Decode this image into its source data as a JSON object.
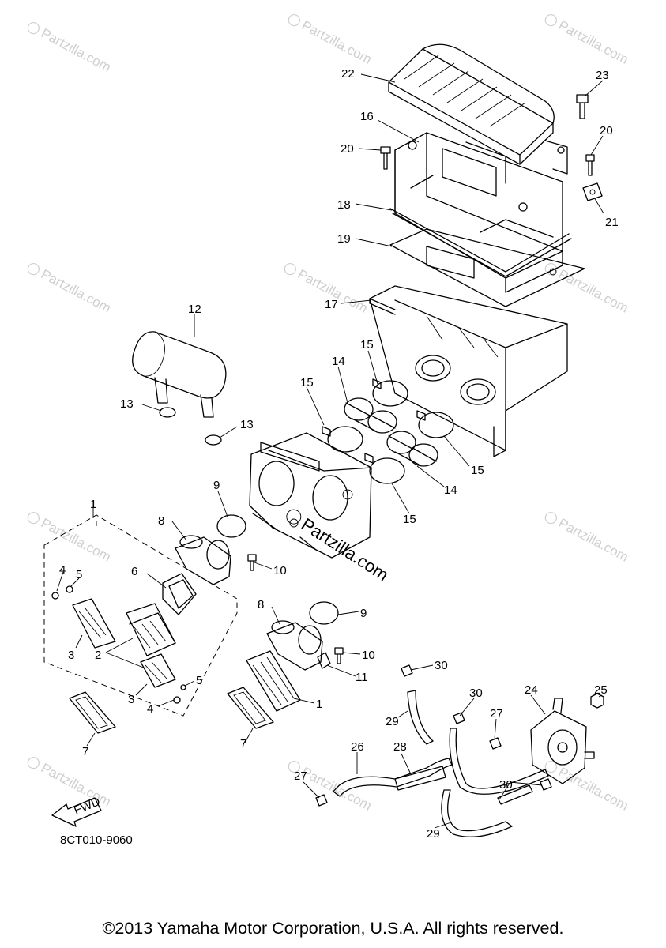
{
  "diagram": {
    "drawing_code": "8CT010-9060",
    "direction_arrow_label": "FWD",
    "watermark_text": "Partzilla.com",
    "watermark_center_text": "Partzilla.com",
    "callouts": {
      "c1a": "1",
      "c1b": "1",
      "c2": "2",
      "c3a": "3",
      "c3b": "3",
      "c4a": "4",
      "c4b": "4",
      "c5a": "5",
      "c5b": "5",
      "c6": "6",
      "c7a": "7",
      "c7b": "7",
      "c8a": "8",
      "c8b": "8",
      "c9a": "9",
      "c9b": "9",
      "c10a": "10",
      "c10b": "10",
      "c11": "11",
      "c12": "12",
      "c13a": "13",
      "c13b": "13",
      "c14a": "14",
      "c14b": "14",
      "c15a": "15",
      "c15b": "15",
      "c15c": "15",
      "c15d": "15",
      "c16": "16",
      "c17": "17",
      "c18": "18",
      "c19": "19",
      "c20a": "20",
      "c20b": "20",
      "c21": "21",
      "c22": "22",
      "c23": "23",
      "c24": "24",
      "c25": "25",
      "c26": "26",
      "c27a": "27",
      "c27b": "27",
      "c28": "28",
      "c29a": "29",
      "c29b": "29",
      "c30a": "30",
      "c30b": "30",
      "c30c": "30"
    }
  },
  "footer": {
    "copyright": "©2013 Yamaha Motor Corporation, U.S.A. All rights reserved."
  }
}
